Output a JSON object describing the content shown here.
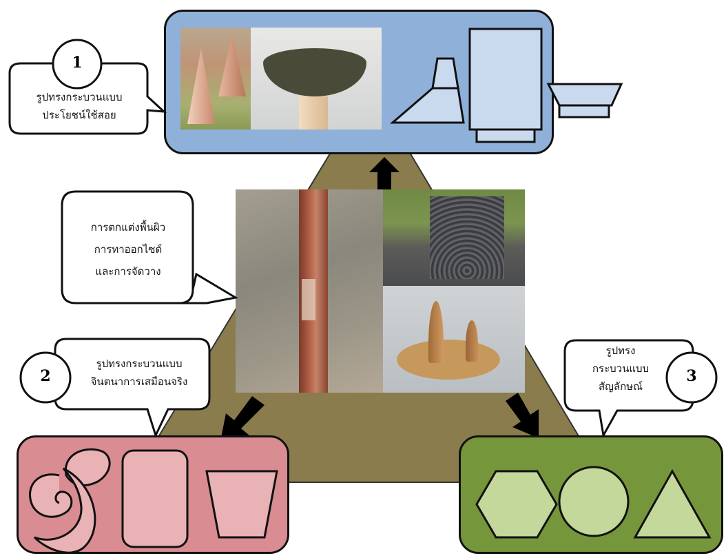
{
  "panels": {
    "top": {
      "number": "1",
      "label": "รูปทรงกระบวนแบบ\nประโยชน์ใช้สอย",
      "fill": "#8fb0d8",
      "shape_fill": "#c9d9ee"
    },
    "center": {
      "label": "การตกแต่งพื้นผิว\nการทาออกไซด์\nและการจัดวาง"
    },
    "left": {
      "number": "2",
      "label": "รูปทรงกระบวนแบบ\nจินตนาการเสมือนจริง",
      "fill": "#d98c91",
      "shape_fill": "#e9b2b5"
    },
    "right": {
      "number": "3",
      "label": "รูปทรง\nกระบวนแบบ\nสัญลักษณ์",
      "fill": "#76963c",
      "shape_fill": "#c3d89a"
    }
  },
  "triangle_color": "#8a7c4c"
}
